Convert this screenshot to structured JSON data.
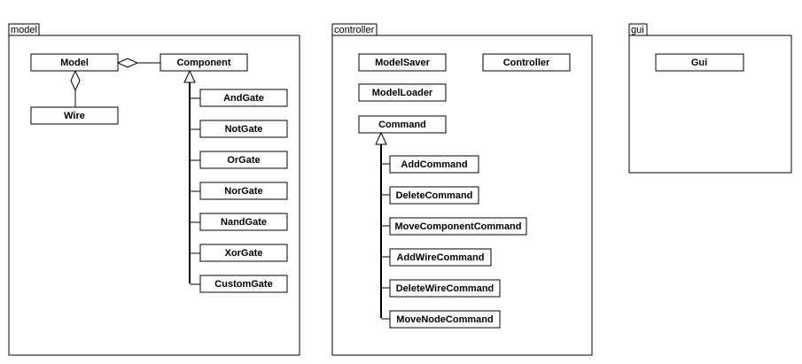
{
  "packages": {
    "model": {
      "label": "model"
    },
    "controller": {
      "label": "controller"
    },
    "gui": {
      "label": "gui"
    }
  },
  "classes": {
    "model": "Model",
    "component": "Component",
    "wire": "Wire",
    "and_gate": "AndGate",
    "not_gate": "NotGate",
    "or_gate": "OrGate",
    "nor_gate": "NorGate",
    "nand_gate": "NandGate",
    "xor_gate": "XorGate",
    "custom_gate": "CustomGate",
    "model_saver": "ModelSaver",
    "controller": "Controller",
    "model_loader": "ModelLoader",
    "command": "Command",
    "add_command": "AddCommand",
    "delete_command": "DeleteCommand",
    "move_component_command": "MoveComponentCommand",
    "add_wire_command": "AddWireCommand",
    "delete_wire_command": "DeleteWireCommand",
    "move_node_command": "MoveNodeCommand",
    "gui": "Gui"
  }
}
